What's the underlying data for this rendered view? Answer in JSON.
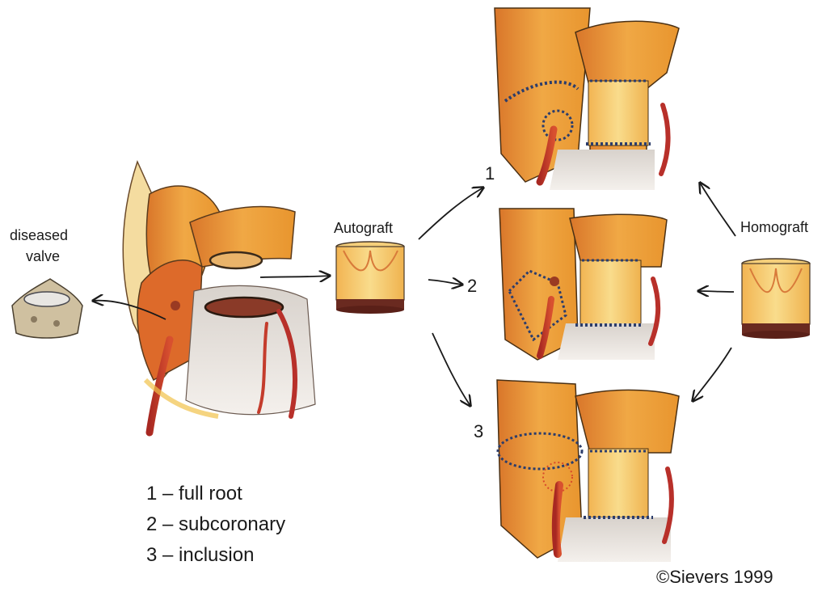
{
  "labels": {
    "diseased_valve_line1": "diseased",
    "diseased_valve_line2": "valve",
    "autograft": "Autograft",
    "homograft": "Homograft",
    "num1": "1",
    "num2": "2",
    "num3": "3"
  },
  "legend": [
    "1 – full root",
    "2 – subcoronary",
    "3 – inclusion"
  ],
  "copyright": "©Sievers 1999",
  "colors": {
    "tissue_orange": "#e8952e",
    "tissue_light": "#f5cf7a",
    "artery_red": "#b8302a",
    "ventricle_grey": "#cfc8c4",
    "suture_blue": "#2c3d6b",
    "graft_base": "#6a2a20"
  }
}
